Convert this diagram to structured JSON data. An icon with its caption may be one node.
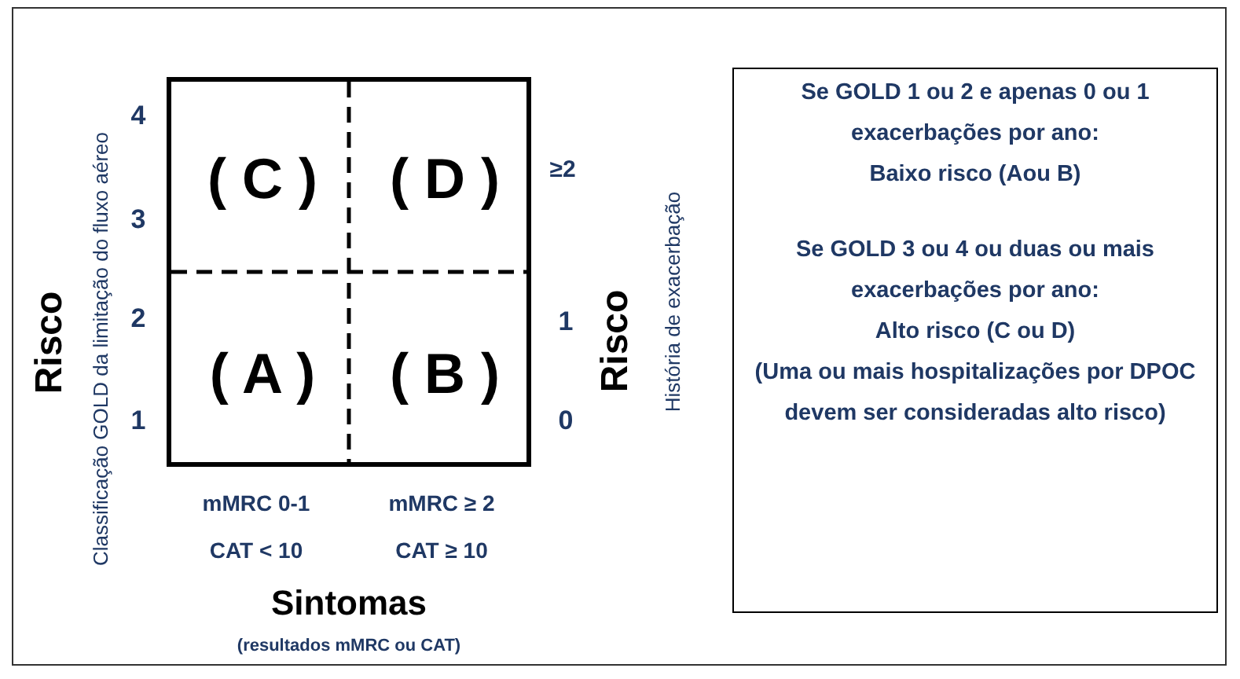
{
  "diagram": {
    "nodes": [
      {
        "text": [],
        "shape": "box"
      },
      {
        "text": [
          "( C )"
        ],
        "in": 0
      },
      {
        "text": [
          "( D )"
        ],
        "in": 0
      },
      {
        "text": [
          "( A )"
        ],
        "in": 0
      },
      {
        "text": [
          "( B )"
        ],
        "in": 0
      },
      {
        "text": [
          "Se GOLD 1 ou 2 e apenas 0 ou 1 exacerbações por ano:",
          "Baixo risco (Aou B)",
          "Se GOLD 3 ou 4 ou duas ou mais exacerbações por ano:",
          "Alto risco (C ou D)",
          "(Uma ou mais hospitalizações por DPOC devem ser consideradas alto risco)"
        ]
      }
    ],
    "edges": [],
    "labels": [
      "Risco",
      "Classificação GOLD da limitação do fluxo aéreo",
      "4",
      "3",
      "2",
      "1",
      "≥2",
      "1",
      "0",
      "Risco",
      "História de exacerbação",
      "mMRC 0-1",
      "mMRC ≥ 2",
      "CAT < 10",
      "CAT ≥ 10",
      "Sintomas",
      "(resultados mMRC ou CAT)"
    ]
  }
}
